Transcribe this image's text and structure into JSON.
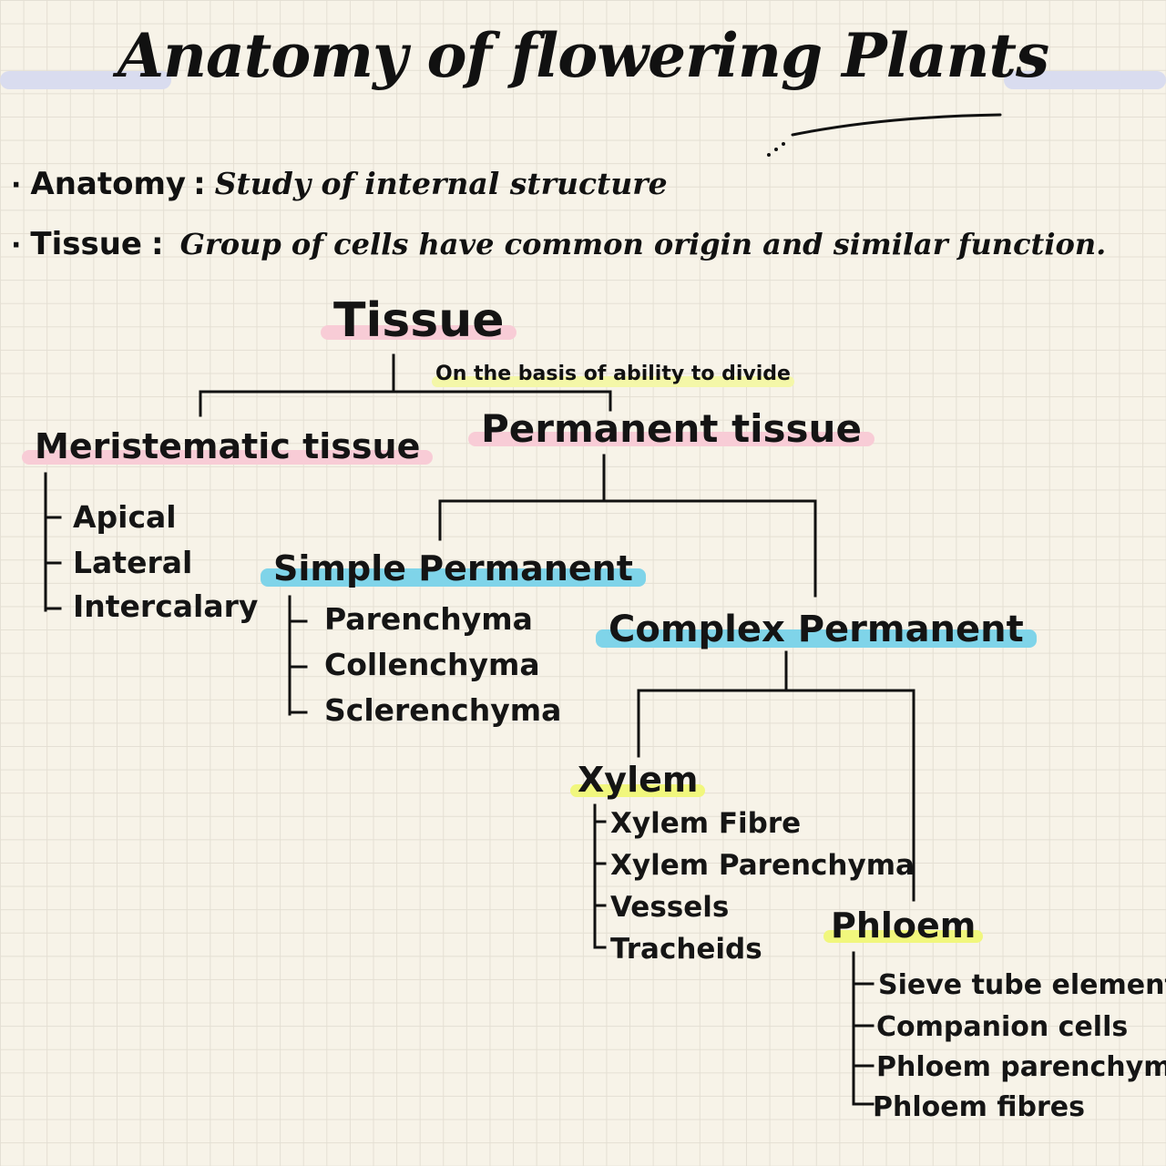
{
  "title": "Anatomy of flowering Plants",
  "definitions": [
    {
      "term": "Anatomy",
      "separator": ":",
      "definition": "Study of internal structure"
    },
    {
      "term": "Tissue",
      "separator": ":",
      "definition": "Group of cells have common origin and similar function."
    }
  ],
  "diagram": {
    "root": "Tissue",
    "basis_note": "On the basis of ability to divide",
    "meristematic": {
      "label": "Meristematic tissue",
      "children": [
        "Apical",
        "Lateral",
        "Intercalary"
      ]
    },
    "permanent": {
      "label": "Permanent tissue",
      "simple": {
        "label": "Simple Permanent",
        "children": [
          "Parenchyma",
          "Collenchyma",
          "Sclerenchyma"
        ]
      },
      "complex": {
        "label": "Complex Permanent",
        "xylem": {
          "label": "Xylem",
          "children": [
            "Xylem Fibre",
            "Xylem Parenchyma",
            "Vessels",
            "Tracheids"
          ]
        },
        "phloem": {
          "label": "Phloem",
          "children": [
            "Sieve tube elements",
            "Companion cells",
            "Phloem parenchyma",
            "Phloem fibres"
          ]
        }
      }
    }
  },
  "colors": {
    "ink": "#141414",
    "highlight_pink": "#f8ccd6",
    "highlight_blue": "#7fd4e9",
    "highlight_yellow": "#f1f77d",
    "paper": "#f7f3e8",
    "grid": "#e4dfd3",
    "accent_bar": "#d9dcef"
  }
}
